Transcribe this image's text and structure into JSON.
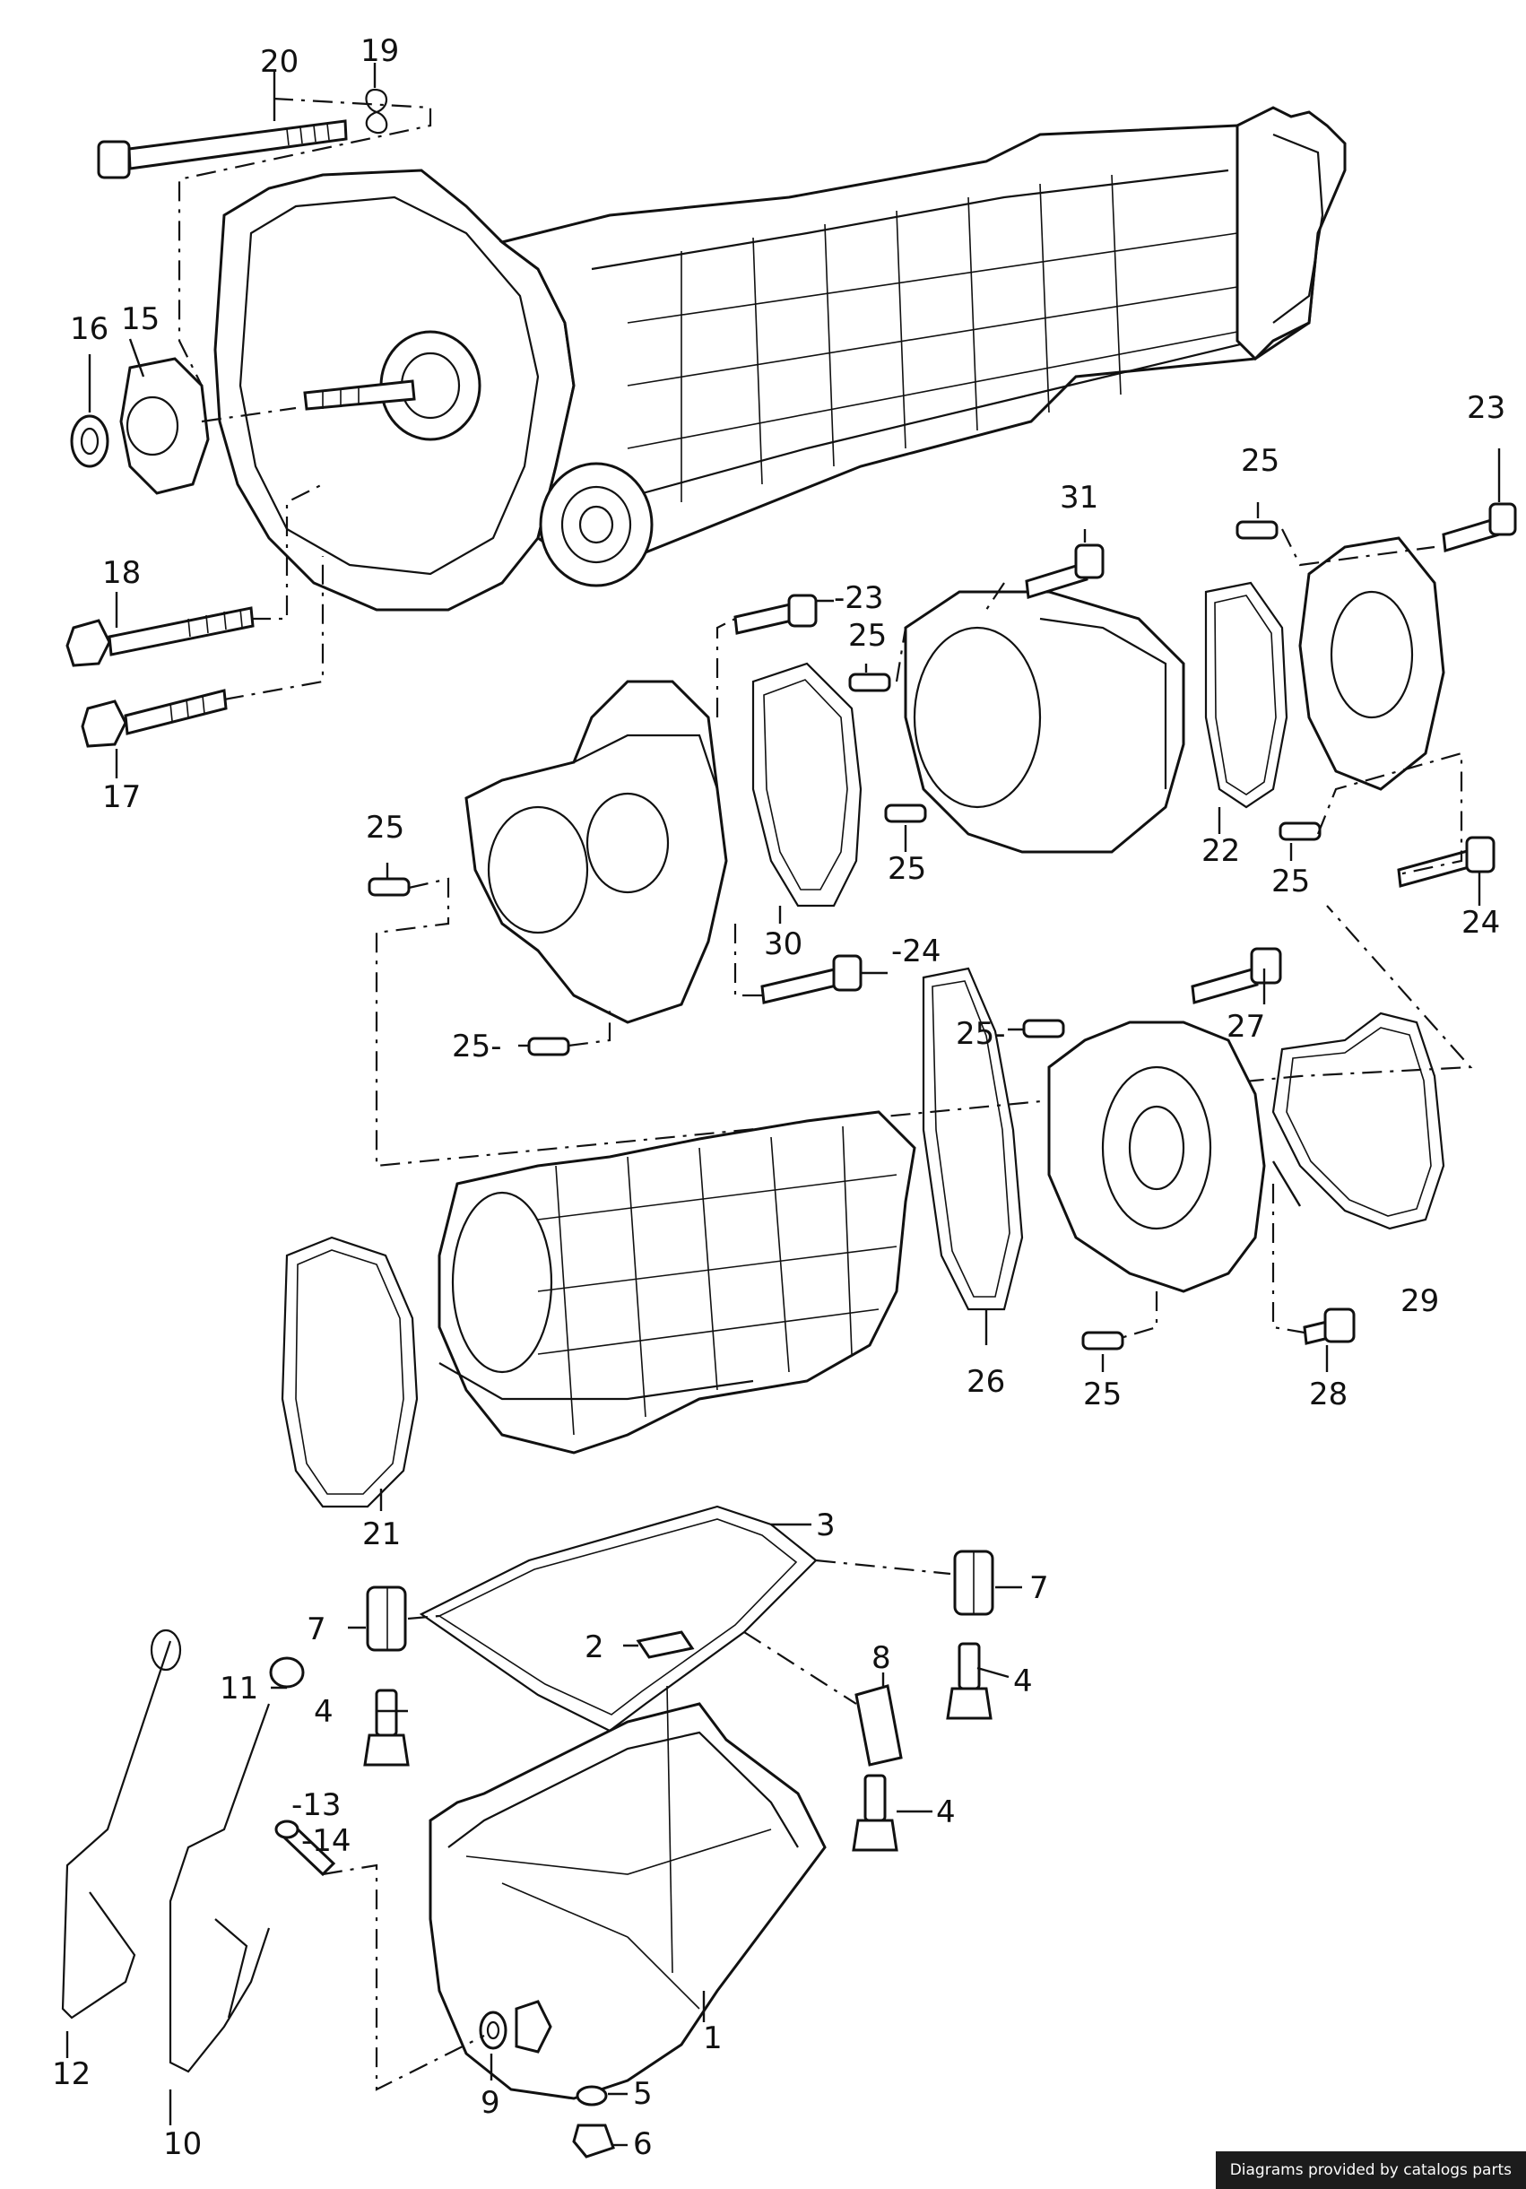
{
  "diagram": {
    "callouts": {
      "c1": "1",
      "c2": "2",
      "c3": "3",
      "c4a": "4",
      "c4b": "4",
      "c4c": "4",
      "c5": "5",
      "c6": "6",
      "c7a": "7",
      "c7b": "7",
      "c8": "8",
      "c9": "9",
      "c10": "10",
      "c11": "11",
      "c12": "12",
      "c13": "-13",
      "c14": "-14",
      "c15": "15",
      "c16": "16",
      "c17": "17",
      "c18": "18",
      "c19": "19",
      "c20": "20",
      "c21": "21",
      "c22": "22",
      "c23a": "23",
      "c23b": "-23",
      "c24a": "24",
      "c24b": "-24",
      "c25a": "25",
      "c25b": "25",
      "c25c": "25",
      "c25d": "25",
      "c25e": "25",
      "c25f": "25-",
      "c25g": "25-",
      "c25h": "25",
      "c26": "26",
      "c27": "27",
      "c28": "28",
      "c29": "29",
      "c30": "30",
      "c31": "31"
    }
  },
  "footer": {
    "credit": "Diagrams provided by catalogs parts"
  }
}
